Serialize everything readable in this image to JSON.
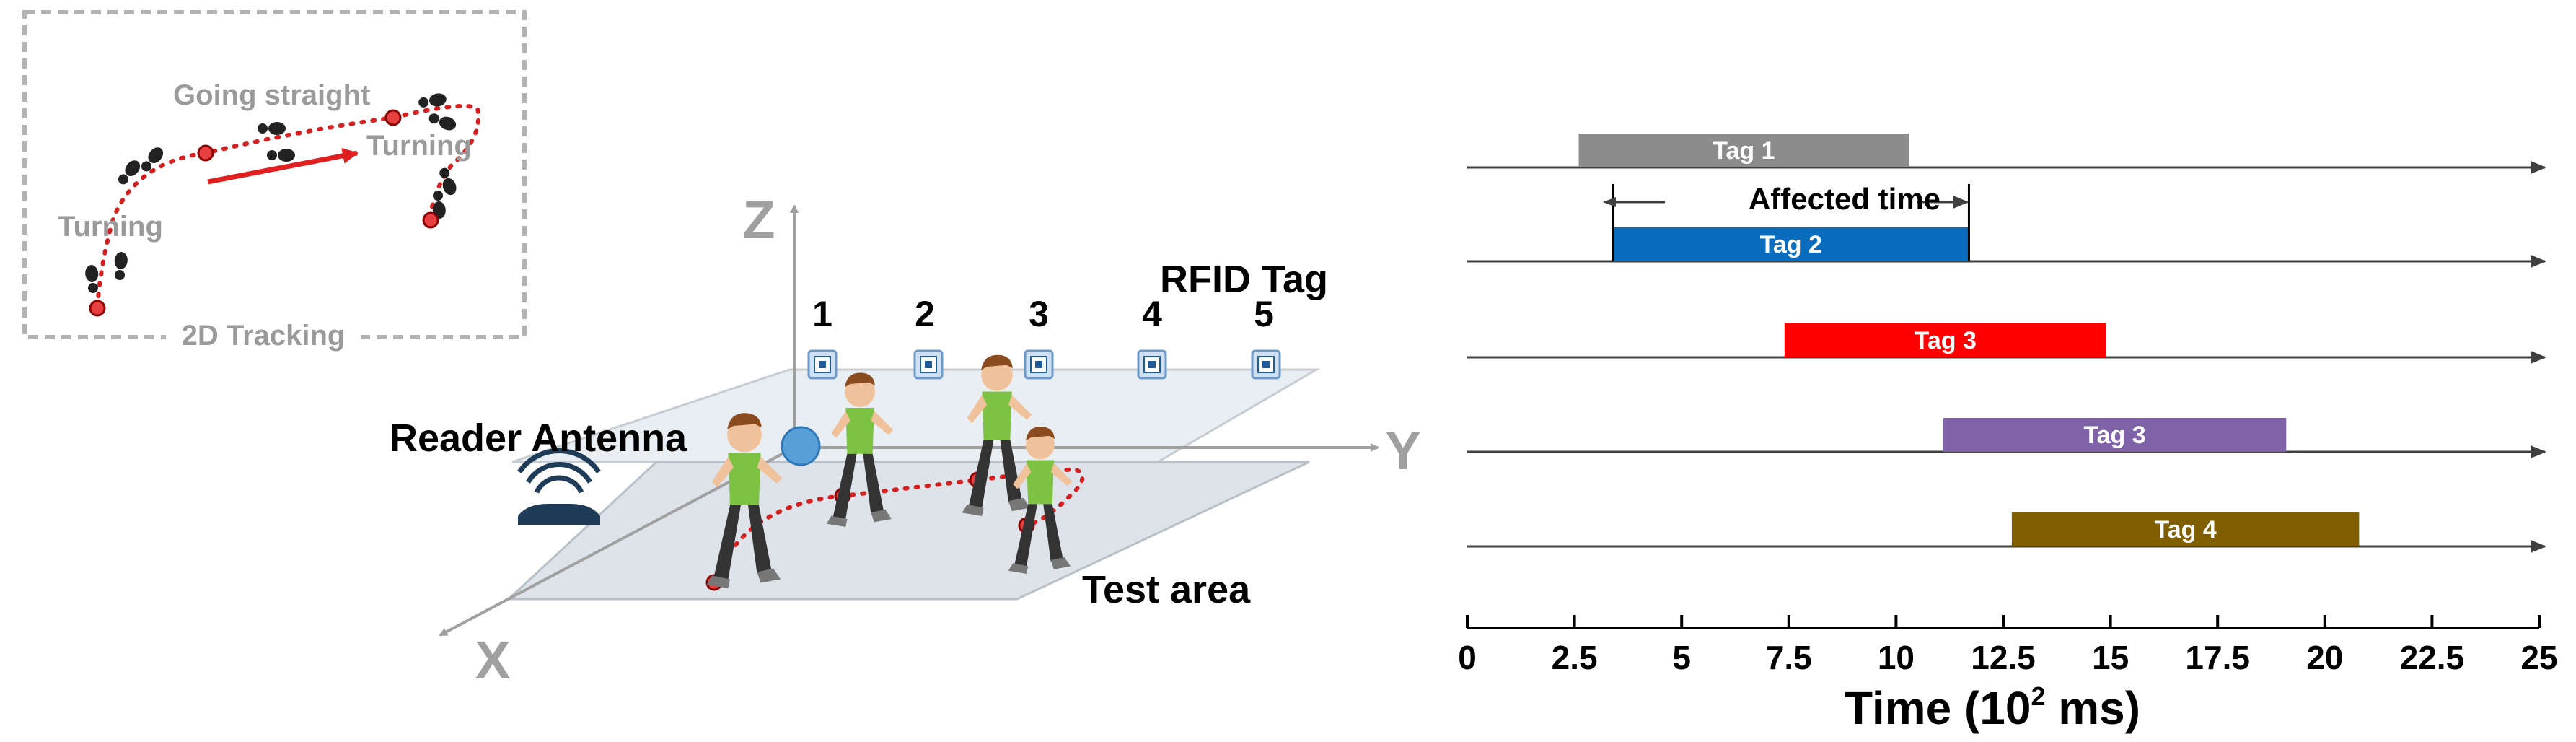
{
  "inset": {
    "caption": "2D Tracking",
    "label_straight": "Going straight",
    "label_turning_left": "Turning",
    "label_turning_right": "Turning"
  },
  "scene": {
    "axis_z": "Z",
    "axis_y": "Y",
    "axis_x": "X",
    "reader_label": "Reader Antenna",
    "rfid_label": "RFID Tag",
    "test_area_label": "Test area",
    "tags": [
      "1",
      "2",
      "3",
      "4",
      "5"
    ]
  },
  "timeline": {
    "affected_label": "Affected time",
    "bars": [
      {
        "label": "Tag 1",
        "start": 2.6,
        "end": 10.3,
        "color": "#8c8c8c"
      },
      {
        "label": "Tag 2",
        "start": 3.4,
        "end": 11.7,
        "color": "#0a6cbd"
      },
      {
        "label": "Tag 3",
        "start": 7.4,
        "end": 14.9,
        "color": "#ff0000"
      },
      {
        "label": "Tag 3",
        "start": 11.1,
        "end": 19.1,
        "color": "#7f62a8"
      },
      {
        "label": "Tag 4",
        "start": 12.7,
        "end": 20.8,
        "color": "#7f5f00"
      }
    ],
    "affected_range": [
      3.4,
      11.7
    ],
    "axis_min": 0,
    "axis_max": 25,
    "ticks": [
      "0",
      "2.5",
      "5",
      "7.5",
      "10",
      "12.5",
      "15",
      "17.5",
      "20",
      "22.5",
      "25"
    ],
    "xlabel_prefix": "Time (10",
    "xlabel_sup": "2",
    "xlabel_suffix": " ms)"
  }
}
